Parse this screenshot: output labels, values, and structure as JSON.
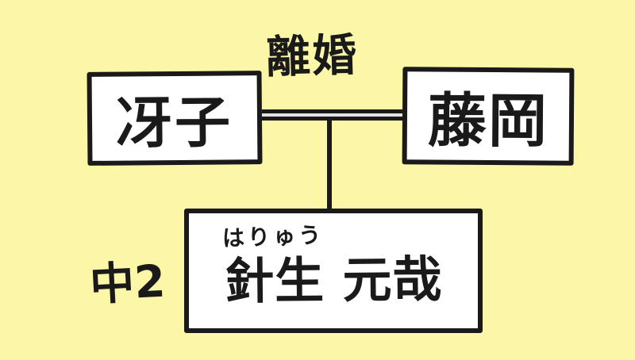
{
  "colors": {
    "background": "#FBF7A6",
    "box_fill": "#FFFFFF",
    "ink": "#1A1A1A",
    "line_gap": "#E2E2E2"
  },
  "diagram": {
    "divorce_label": "離婚",
    "mother": {
      "label": "冴子"
    },
    "father": {
      "label": "藤岡"
    },
    "child": {
      "furigana": "はりゅう",
      "label": "針生 元哉",
      "grade_label": "中2"
    }
  }
}
